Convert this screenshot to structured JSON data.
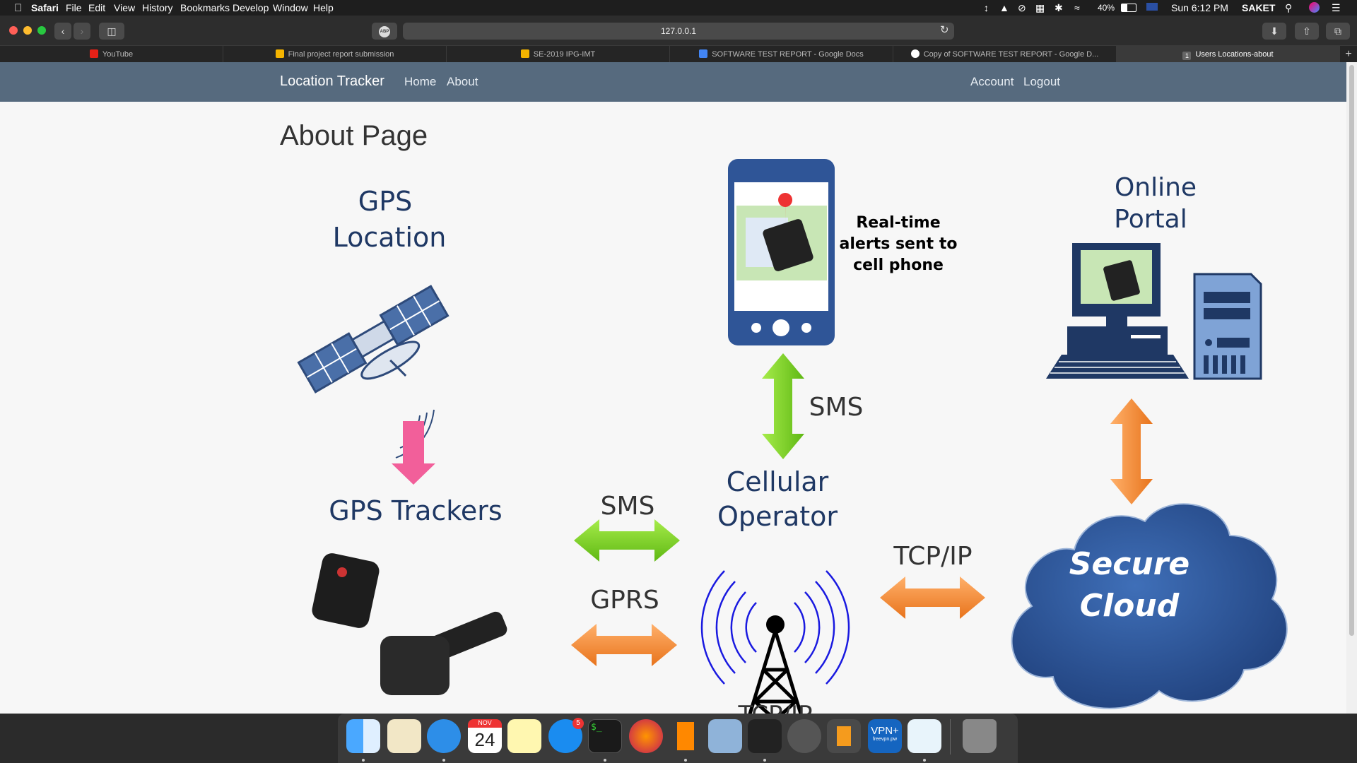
{
  "menubar": {
    "app": "Safari",
    "menus": [
      "File",
      "Edit",
      "View",
      "History",
      "Bookmarks",
      "Develop",
      "Window",
      "Help"
    ],
    "battery": "40%",
    "clock": "Sun 6:12 PM",
    "user": "SAKET"
  },
  "toolbar": {
    "url": "127.0.0.1",
    "adblock": "ABP"
  },
  "tabs": [
    {
      "label": "YouTube"
    },
    {
      "label": "Final project report submission"
    },
    {
      "label": "SE-2019 IPG-IMT"
    },
    {
      "label": "SOFTWARE TEST REPORT - Google Docs"
    },
    {
      "label": "Copy of SOFTWARE TEST REPORT - Google D..."
    },
    {
      "label": "Users Locations-about",
      "badge": "1"
    }
  ],
  "navbar": {
    "brand": "Location Tracker",
    "home": "Home",
    "about": "About",
    "account": "Account",
    "logout": "Logout"
  },
  "page": {
    "title": "About Page"
  },
  "diagram": {
    "gps_line1": "GPS",
    "gps_line2": "Location",
    "phone_line1": "Real-time",
    "phone_line2": "alerts sent to",
    "phone_line3": "cell phone",
    "portal_line1": "Online",
    "portal_line2": "Portal",
    "sms_vertical": "SMS",
    "trackers": "GPS Trackers",
    "sms_horizontal": "SMS",
    "gprs": "GPRS",
    "cellular_line1": "Cellular",
    "cellular_line2": "Operator",
    "tcpip": "TCP/IP",
    "cloud_line1": "Secure",
    "cloud_line2": "Cloud",
    "tcpip_cut": "TCP/IP"
  },
  "colors": {
    "navbar": "#566a7e",
    "diagram_text": "#1f3864",
    "arrow_green": "#7dd321",
    "arrow_orange": "#f68b36",
    "arrow_pink": "#f25f9a",
    "cloud": "#2f5597"
  },
  "dock": {
    "calendar_month": "NOV",
    "calendar_day": "24",
    "appstore_badge": "5",
    "vpn_label": "VPN+",
    "vpn_sub": "freevpn.pw",
    "icons": [
      "finder-icon",
      "textedit-icon",
      "safari-icon",
      "calendar-icon",
      "notes-icon",
      "appstore-icon",
      "terminal-icon",
      "firefox-icon",
      "vlc-icon",
      "preview-icon",
      "audio-icon",
      "vnc-icon",
      "sublime-icon",
      "vpn-icon",
      "migration-icon",
      "trash-icon"
    ]
  }
}
